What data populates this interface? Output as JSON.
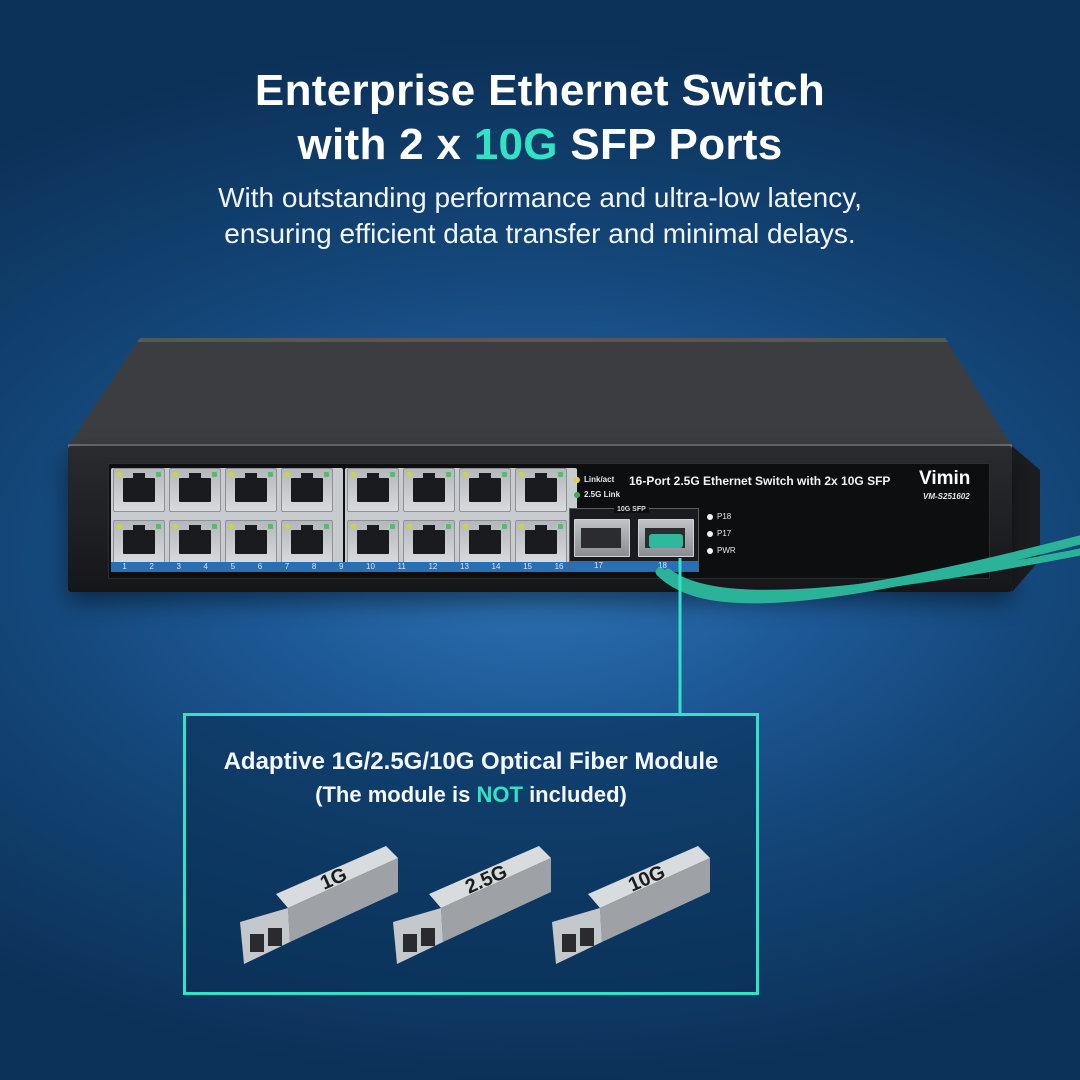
{
  "headline": {
    "line1": "Enterprise Ethernet Switch",
    "line2_pre": "with 2 x ",
    "line2_accent": "10G",
    "line2_post": " SFP Ports"
  },
  "subheadline": {
    "line1": "With outstanding performance and ultra-low latency,",
    "line2": "ensuring efficient data transfer and minimal delays."
  },
  "switch": {
    "brand": "Vimin",
    "model_number": "VM-S251602",
    "model_title": "16-Port 2.5G Ethernet Switch with 2x 10G SFP",
    "legend_linkact": "Link/act",
    "legend_25g": "2.5G Link",
    "sfp_label": "10G SFP",
    "sfp_port_17": "17",
    "sfp_port_18": "18",
    "status_p18": "P18",
    "status_p17": "P17",
    "status_pwr": "PWR",
    "port_numbers": [
      "1",
      "2",
      "3",
      "4",
      "5",
      "6",
      "7",
      "8",
      "9",
      "10",
      "11",
      "12",
      "13",
      "14",
      "15",
      "16"
    ]
  },
  "callout": {
    "title": "Adaptive 1G/2.5G/10G Optical Fiber Module",
    "sub_pre": "(The module is ",
    "sub_accent": "NOT",
    "sub_post": " included)",
    "modules": [
      {
        "label": "1G"
      },
      {
        "label": "2.5G"
      },
      {
        "label": "10G"
      }
    ]
  },
  "colors": {
    "accent": "#2fe3c4",
    "background": "#134577",
    "port_strip": "#2b6fb3"
  }
}
